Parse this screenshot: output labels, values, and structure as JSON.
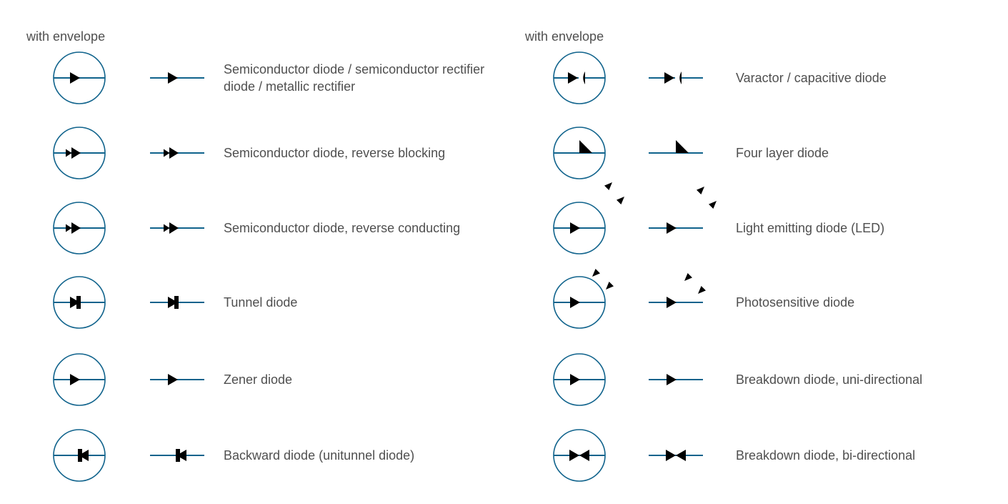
{
  "palette": {
    "symbol_color": "#10638c",
    "text_color": "#4f4f4f",
    "background": "#ffffff"
  },
  "columns": [
    {
      "header": "with envelope",
      "rows": [
        {
          "label": "Semiconductor diode / semiconductor rectifier diode / metallic rectifier",
          "symbol": "semiconductor-diode"
        },
        {
          "label": "Semiconductor diode, reverse blocking",
          "symbol": "semiconductor-diode-reverse-blocking"
        },
        {
          "label": "Semiconductor diode, reverse conducting",
          "symbol": "semiconductor-diode-reverse-conducting"
        },
        {
          "label": "Tunnel diode",
          "symbol": "tunnel-diode"
        },
        {
          "label": "Zener diode",
          "symbol": "zener-diode"
        },
        {
          "label": "Backward diode (unitunnel diode)",
          "symbol": "backward-diode"
        }
      ]
    },
    {
      "header": "with envelope",
      "rows": [
        {
          "label": "Varactor / capacitive diode",
          "symbol": "varactor"
        },
        {
          "label": "Four layer diode",
          "symbol": "four-layer-diode"
        },
        {
          "label": "Light emitting diode (LED)",
          "symbol": "led"
        },
        {
          "label": "Photosensitive diode",
          "symbol": "photosensitive-diode"
        },
        {
          "label": "Breakdown diode, uni-directional",
          "symbol": "breakdown-diode-uni-directional"
        },
        {
          "label": "Breakdown diode, bi-directional",
          "symbol": "breakdown-diode-bi-directional"
        }
      ]
    }
  ]
}
